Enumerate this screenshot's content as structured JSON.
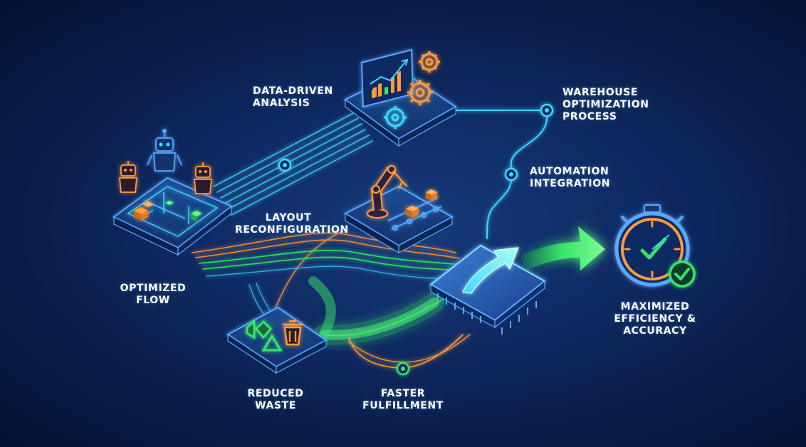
{
  "labels": {
    "data_driven_analysis": [
      "DATA-DRIVEN",
      "ANALYSIS"
    ],
    "warehouse_optimization_process": [
      "WAREHOUSE",
      "OPTIMIZATION",
      "PROCESS"
    ],
    "automation_integration": [
      "AUTOMATION",
      "INTEGRATION"
    ],
    "layout_reconfiguration": [
      "LAYOUT",
      "RECONFIGURATION"
    ],
    "optimized_flow": [
      "OPTIMIZED",
      "FLOW"
    ],
    "maximized_efficiency_accuracy": [
      "MAXIMIZED",
      "EFFICIENCY &",
      "ACCURACY"
    ],
    "reduced_waste": [
      "REDUCED",
      "WASTE"
    ],
    "faster_fulfillment": [
      "FASTER",
      "FULFILLMENT"
    ]
  },
  "icons": {
    "robots": "robot-icon",
    "warehouse_floor": "warehouse-floorplan-icon",
    "analytics": "analytics-dashboard-icon",
    "gears": "gear-icon",
    "robotic_arm": "robotic-arm-icon",
    "conveyor": "conveyor-belt-icon",
    "recycle": "recycle-icon",
    "trash": "trash-bin-icon",
    "chip": "processor-chip-icon",
    "arrow": "growth-arrow-icon",
    "stopwatch": "stopwatch-icon",
    "check": "check-icon"
  },
  "colors": {
    "background": "#0f2a63",
    "cyan": "#3fd8ff",
    "green": "#39e36a",
    "orange": "#ff9a3d",
    "blue_glow": "#5aa8ff",
    "text": "#ffffff"
  }
}
